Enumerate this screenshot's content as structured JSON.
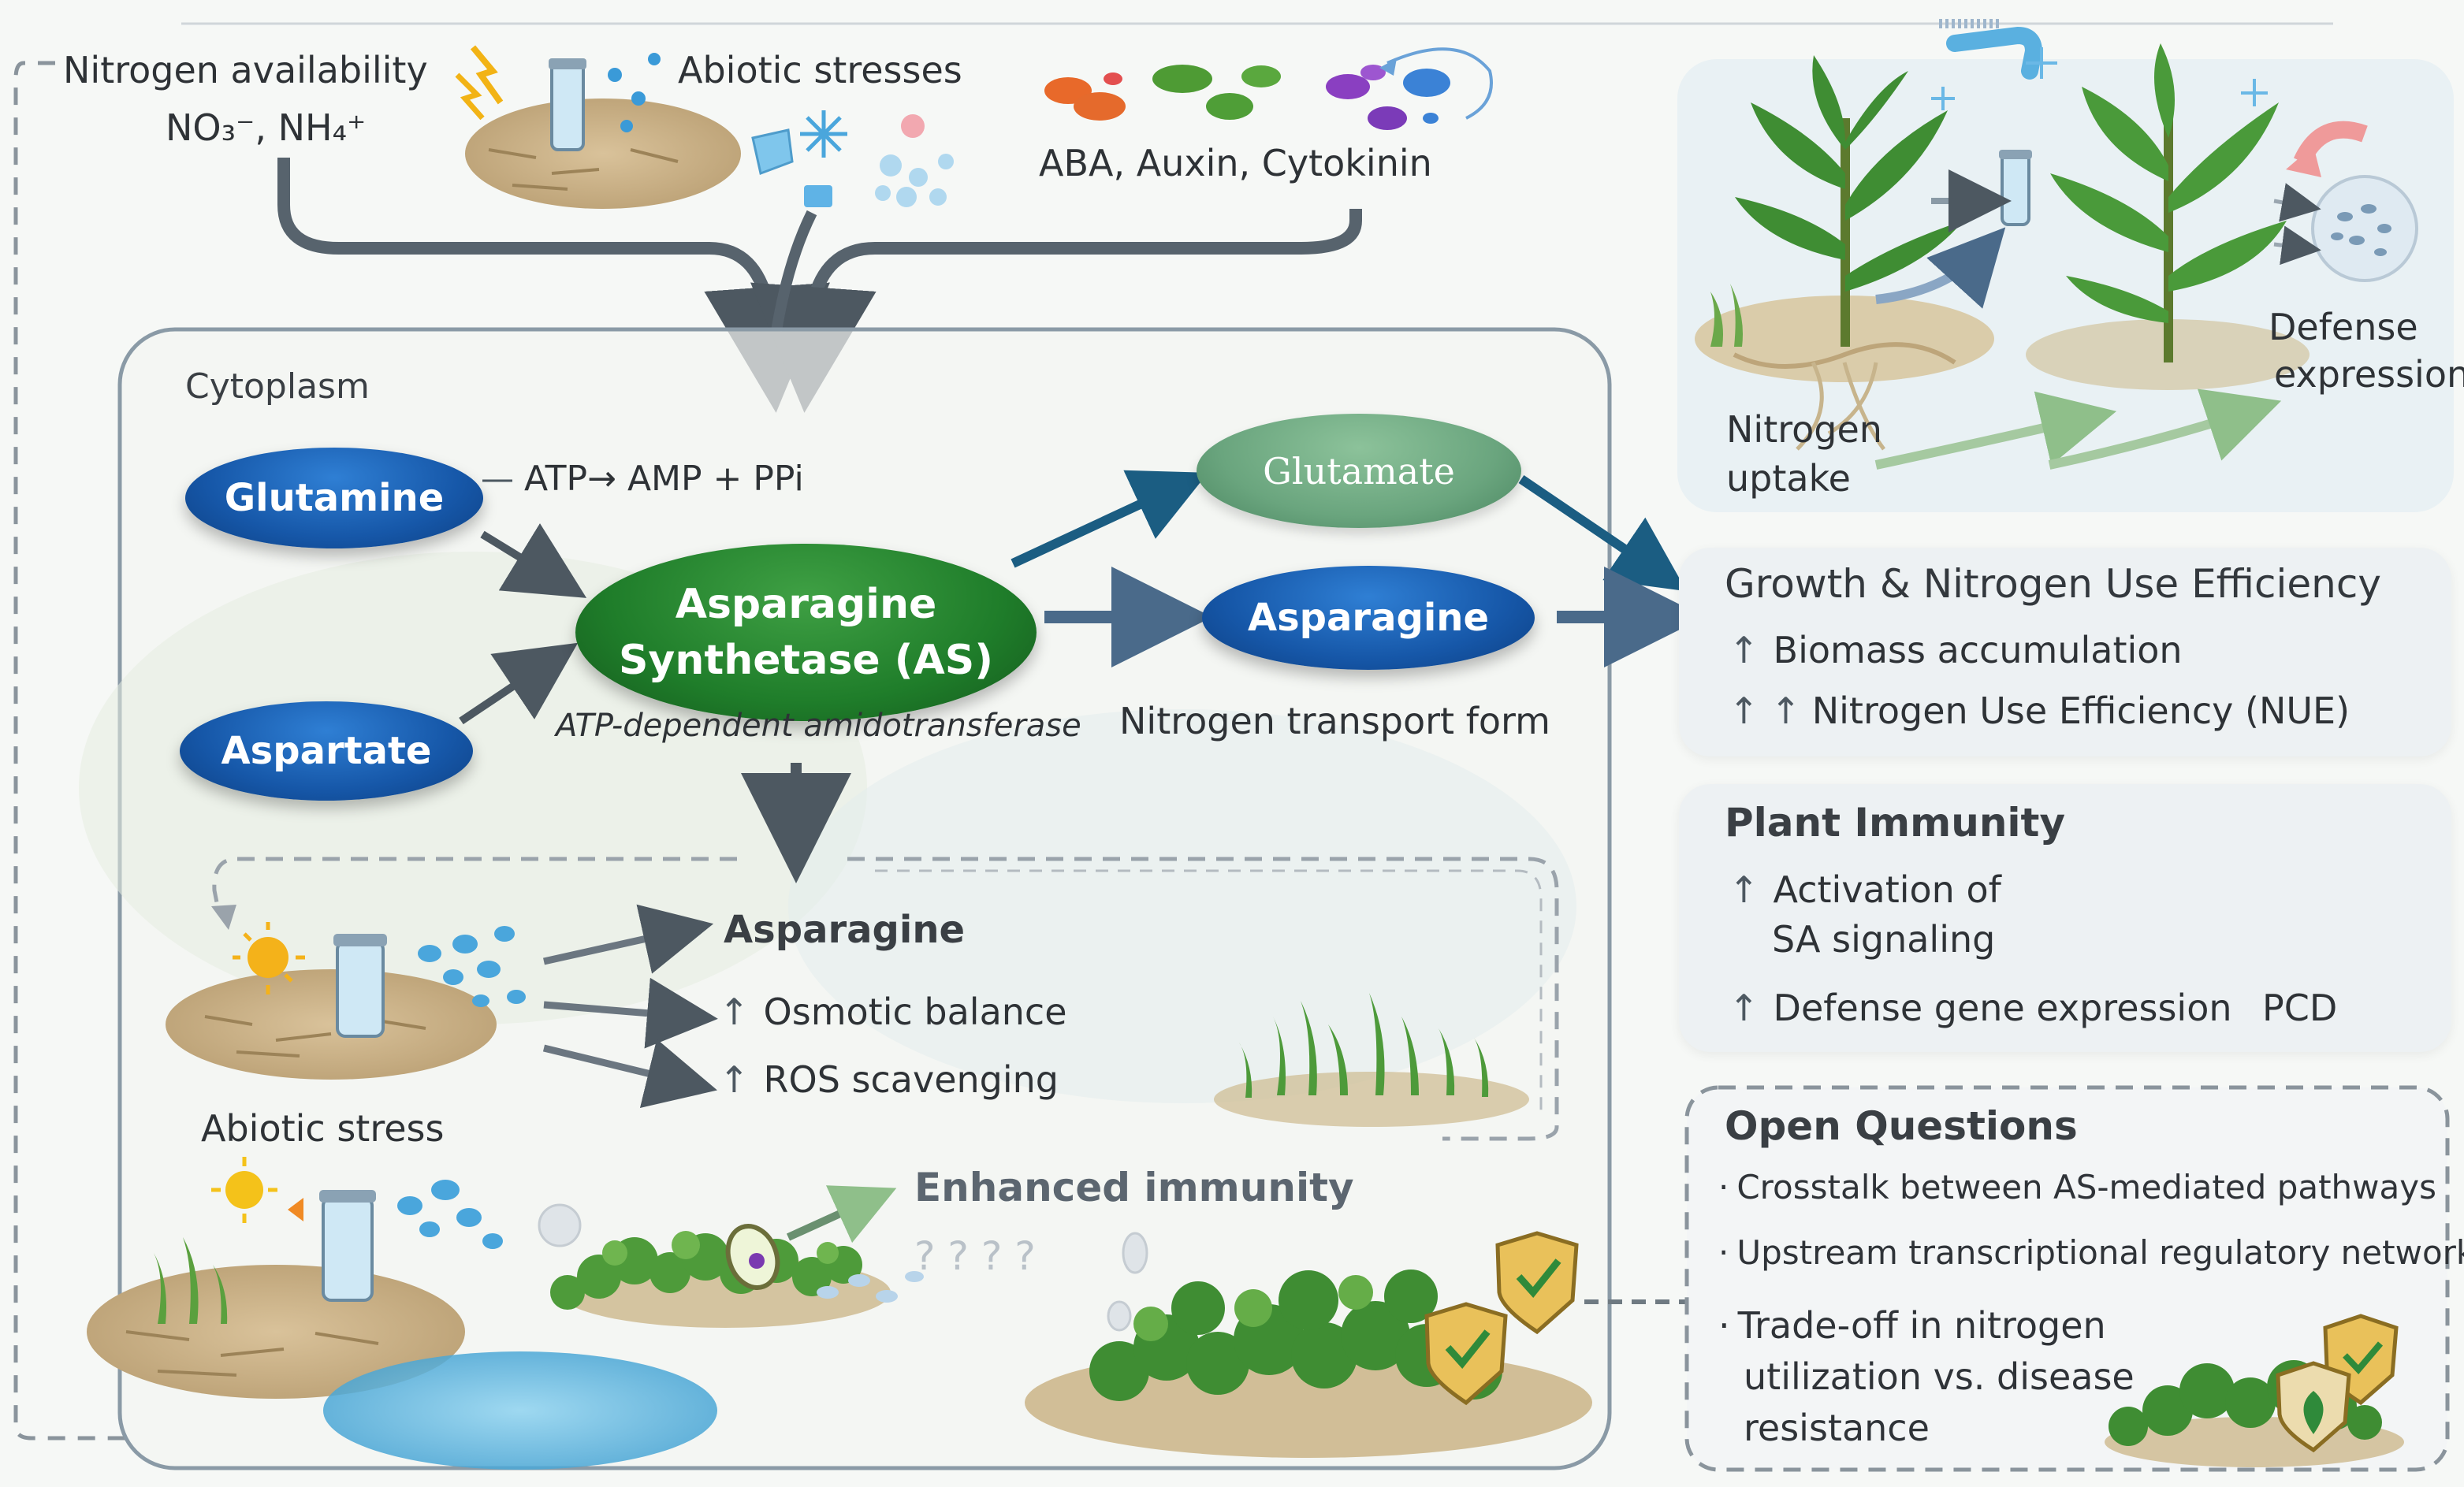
{
  "inputs": {
    "nitrogen_label": "Nitrogen availability",
    "nitrogen_formula": "NO₃⁻,  NH₄⁺",
    "abiotic_label": "Abiotic stresses",
    "hormones_label": "ABA,   Auxin,  Cytokinin"
  },
  "cytoplasm": {
    "label": "Cytoplasm",
    "glutamine": "Glutamine",
    "aspartate": "Aspartate",
    "atp_reaction": "ATP→ AMP + PPi",
    "enzyme_line1": "Asparagine",
    "enzyme_line2": "Synthetase (AS)",
    "enzyme_subtitle": "ATP-dependent amidotransferase",
    "glutamate": "Glutamate",
    "asparagine": "Asparagine",
    "transport_form": "Nitrogen transport form"
  },
  "stress_box": {
    "asparagine": "Asparagine",
    "osmotic": "Osmotic balance",
    "ros": "ROS scavenging",
    "abiotic_stress": "Abiotic stress",
    "enhanced_immunity": "Enhanced immunity",
    "question_marks": "? ? ? ?"
  },
  "top_right": {
    "nitrogen_uptake_1": "Nitrogen",
    "nitrogen_uptake_2": "uptake",
    "defense_1": "Defense",
    "defense_2": "expression"
  },
  "growth": {
    "title": "Growth & Nitrogen Use Efficiency",
    "item1": "Biomass accumulation",
    "item2": "Nitrogen Use Efficiency (NUE)"
  },
  "immunity": {
    "title": "Plant Immunity",
    "item1_line1": "Activation of",
    "item1_line2": "SA signaling",
    "item2": "Defense gene expression",
    "pcd": "PCD"
  },
  "open_questions": {
    "title": "Open Questions",
    "q1": "Crosstalk between AS-mediated pathways",
    "q2": "Upstream transcriptional regulatory network",
    "q3_line1": "Trade-off in nitrogen",
    "q3_line2": "utilization vs. disease",
    "q3_line3": "resistance"
  },
  "symbols": {
    "up_arrow": "↑",
    "double_up_arrow": "↑ ↑",
    "bullet": "·"
  },
  "colors": {
    "blue_node": "#1657a8",
    "green_enzyme": "#1f7d2a",
    "glutamate_node": "#6aa57e",
    "arrow_dark_blue": "#1b5d82",
    "arrow_gray": "#55606a",
    "panel_bg": "#edf1f3"
  }
}
